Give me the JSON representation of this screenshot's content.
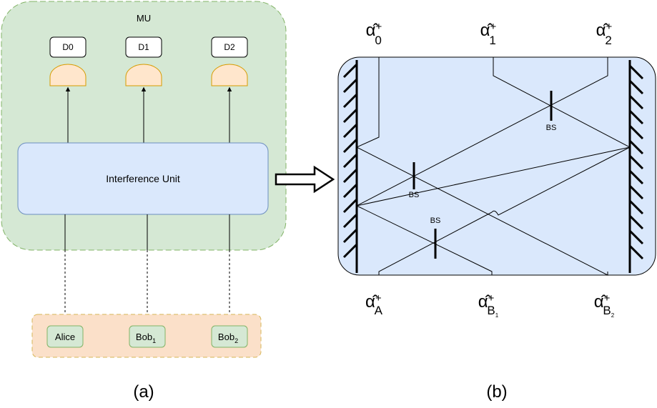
{
  "panel_a": {
    "mu_label": "MU",
    "detectors": [
      "D0",
      "D1",
      "D2"
    ],
    "interference_label": "Interference Unit",
    "parties": [
      {
        "base": "Alice",
        "sub": ""
      },
      {
        "base": "Bob",
        "sub": "1"
      },
      {
        "base": "Bob",
        "sub": "2"
      }
    ],
    "caption": "(a)"
  },
  "panel_b": {
    "bs_labels": [
      "BS",
      "BS",
      "BS"
    ],
    "top_ports": [
      {
        "base": "α̂",
        "sup": "+",
        "sub": "0"
      },
      {
        "base": "α̂",
        "sup": "+",
        "sub": "1"
      },
      {
        "base": "α̂",
        "sup": "+",
        "sub": "2"
      }
    ],
    "bottom_ports": [
      {
        "base": "α̂",
        "sup": "+",
        "sub": "A",
        "subsub": ""
      },
      {
        "base": "α̂",
        "sup": "+",
        "sub": "B",
        "subsub": "1"
      },
      {
        "base": "α̂",
        "sup": "+",
        "sub": "B",
        "subsub": "2"
      }
    ],
    "caption": "(b)"
  },
  "colors": {
    "mu_fill": "#d5e8d4",
    "mu_border": "#82b366",
    "unit_fill": "#dae8fc",
    "unit_border": "#6c8ebf",
    "party_fill": "#d5e8d4",
    "party_border": "#82b366",
    "source_fill": "#fbe0c9",
    "source_border": "#d6b656",
    "detector_fill": "#ffe6cc",
    "detector_border": "#d79b00",
    "interferometer_fill": "#dae8fc",
    "interferometer_border": "#000000"
  }
}
